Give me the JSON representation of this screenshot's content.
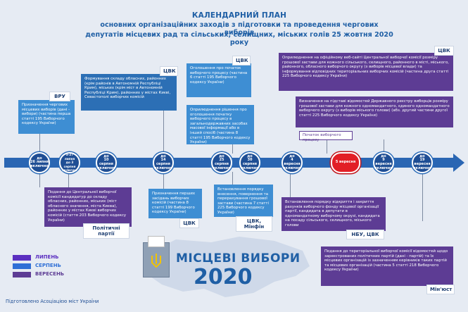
{
  "title": {
    "line1": "КАЛЕНДАРНИЙ ПЛАН",
    "line2": "основних організаційних заходів з підготовки та проведення чергових виборів",
    "line3": "депутатів місцевих рад та сільських, селищних, міських голів 25 жовтня 2020 року"
  },
  "timeline": [
    {
      "text": "до\n26 липня\nвключно",
      "color": "blue"
    },
    {
      "text": "3-27 липня\nдо 3 серпня\nвключно",
      "color": "blue"
    },
    {
      "text": "до\n10 серпня\nвключно",
      "color": "blue"
    },
    {
      "text": "до\n14 серпня\nвключно",
      "color": "blue"
    },
    {
      "text": "до\n25 серпня\nвключно",
      "color": "blue"
    },
    {
      "text": "до\n30 серпня\nвключно",
      "color": "blue"
    },
    {
      "text": "до\n4 вересня\nвключно",
      "color": "blue"
    },
    {
      "text": "5 вересня",
      "color": "red"
    },
    {
      "text": "до\n9 вересня\nвключно",
      "color": "blue"
    },
    {
      "text": "до\n19 вересня\nвключно",
      "color": "blue"
    }
  ],
  "boxes": {
    "b1": "Призначення чергових місцевих виборів (дані - вибори) (частина перша статті 195 Виборчого кодексу України)",
    "b2": "Формування складу обласних, районних (крім районів в Автономній Республіці Крим), міських (крім міст в Автономній Республіці Крим), районних у містах Києві, Севастополі виборчих комісій",
    "b3": "Оголошення про початок виборчого процесу (частина 6 статті 195 Виборчого кодексу України)",
    "b4": "Оприлюднення рішення про оголошення початку виборчого процесу в загальнодержавних засобах масової інформації або в інший спосіб (частина 8 статті 195 Виборчого кодексу України)",
    "b5": "Подання до Центральної виборчої комісії кандидатур до складу обласних, районних, міських (міст обласного значення, міста Києва), районних у містах Києві виборчих комісій (стаття 203 Виборчого кодексу України)",
    "b6": "Призначення перших засідань виборчих комісій (частина 8 статті 199 Виборчого кодексу України)",
    "b7": "Встановлення порядку внесення, повернення та перерахування грошової застави (частина 7 статті 225 Виборчого кодексу України)",
    "b8": "Оприлюднення на офіційному веб-сайті Центральної виборчої комісії розміру грошової застави для кожного сільського, селищного, районного в місті, міського, районного, обласного виборчого округу (з виборів місцевої влади) та інформування відповідних територіальних виборчих комісій (частина друга статті 225 Виборчого кодексу України)",
    "b9": "Визначення на підставі відомостей Державного реєстру виборців розміру грошової застави для кожного одномандатного, єдиного одномандатного виборчого округу (з виборів міського голови) (абз. другий частини другої статті 225 Виборчого кодексу України)",
    "b10": "Початок виборчого процесу",
    "b11": "Встановлення порядку відкриття і закриття рахунків виборчого фонду місцевої організації партії, кандидата в депутати в одномандатному виборчому окрузі, кандидата на посаду сільського, селищного, міського голови",
    "b12": "Подання до територіальної виборчої комісії відомостей щодо зареєстрованих політичних партій (дані - партій) та їх місцевих організацій із зазначенням керівників таких партій та місцевих організацій (частина 5 статті 218 Виборчого кодексу України)"
  },
  "tags": {
    "vru": "ВРУ",
    "cvk1": "ЦВК",
    "cvk2": "ЦВК",
    "cvk3": "ЦВК",
    "cvk4": "ЦВК",
    "parties": "Політичні партії",
    "cvk_minfin": "ЦВК, Мінфін",
    "nbu_cvk": "НБУ, ЦВК",
    "minjust": "Мін'юст"
  },
  "legend": [
    {
      "label": "ЛИПЕНЬ",
      "color": "#5b2fc0"
    },
    {
      "label": "СЕРПЕНЬ",
      "color": "#2f6fd6"
    },
    {
      "label": "ВЕРЕСЕНЬ",
      "color": "#5d3c94"
    }
  ],
  "logo": {
    "line1": "МІСЦЕВІ ВИБОРИ",
    "line2": "2020"
  },
  "footer": "Підготовлено Асоціацією міст України",
  "colors": {
    "line": "#1f5fa5",
    "red": "#e21f26",
    "violet": "#5d3c94",
    "blue": "#2c6fb5"
  }
}
